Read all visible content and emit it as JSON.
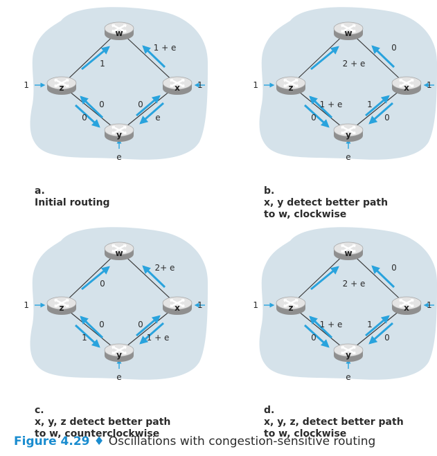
{
  "panels": [
    {
      "id": "a",
      "caption_prefix": "a.",
      "caption_body": "Initial routing",
      "labels": {
        "zw": "1",
        "xw": "1 + e",
        "zy_in": "0",
        "zy_out": "0",
        "xy_in": "0",
        "xy_out": "e",
        "z_ext": "1",
        "x_ext": "1",
        "y_ext": "e"
      },
      "nodes": {
        "w": "w",
        "x": "x",
        "y": "y",
        "z": "z"
      }
    },
    {
      "id": "b",
      "caption_prefix": "b.",
      "caption_body": "x, y detect better path\nto w, clockwise",
      "labels": {
        "zw": "2 + e",
        "xw": "0",
        "zy_in": "1 + e",
        "zy_out": "0",
        "xy_in": "1",
        "xy_out": "0",
        "z_ext": "1",
        "x_ext": "1",
        "y_ext": "e"
      },
      "nodes": {
        "w": "w",
        "x": "x",
        "y": "y",
        "z": "z"
      }
    },
    {
      "id": "c",
      "caption_prefix": "c.",
      "caption_body": "x, y, z detect better path\nto w, counterclockwise",
      "labels": {
        "zw": "0",
        "xw": "2+ e",
        "zy_in": "0",
        "zy_out": "1",
        "xy_in": "0",
        "xy_out": "1 + e",
        "z_ext": "1",
        "x_ext": "1",
        "y_ext": "e"
      },
      "nodes": {
        "w": "w",
        "x": "x",
        "y": "y",
        "z": "z"
      }
    },
    {
      "id": "d",
      "caption_prefix": "d.",
      "caption_body": "x, y, z, detect better path\nto w, clockwise",
      "labels": {
        "zw": "2 + e",
        "xw": "0",
        "zy_in": "1 + e",
        "zy_out": "0",
        "xy_in": "1",
        "xy_out": "0",
        "z_ext": "1",
        "x_ext": "1",
        "y_ext": "e"
      },
      "nodes": {
        "w": "w",
        "x": "x",
        "y": "y",
        "z": "z"
      }
    }
  ],
  "figure": {
    "number": "Figure 4.29",
    "separator": "♦",
    "title": "Oscillations with congestion-sensitive routing"
  },
  "colors": {
    "cloud": "#d5e2ea",
    "arrow": "#29a3dd",
    "link": "#3a3a3a",
    "router_top": "#e6e6e6",
    "router_side": "#9a9a9a",
    "figure_number": "#1a8ccf"
  }
}
